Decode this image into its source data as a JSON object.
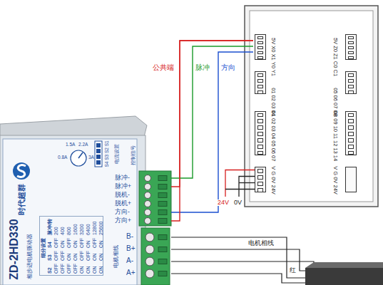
{
  "diagram": {
    "nodes": [
      {
        "text": [
          "时代超群",
          "ZD-2HD330",
          "相步进电机驱动器"
        ]
      },
      {
        "text": [
          "5V X0 X1 Y0 Y1"
        ]
      },
      {
        "text": [
          "5V Z0 Z1 C0 C1"
        ]
      },
      {
        "text": [
          "01 02 03 04"
        ]
      },
      {
        "text": [
          "05 06 07 08"
        ]
      },
      {
        "text": [
          "01 02 03 04 05 06 07"
        ]
      },
      {
        "text": [
          "08 09 10 11 12 13 14"
        ]
      },
      {
        "text": [
          "V G 0V 24V"
        ]
      },
      {
        "text": [
          "V G 0V 24V"
        ]
      }
    ],
    "edges": [
      {
        "from": 0,
        "to": 1,
        "arrow": "none",
        "label": "公共端"
      },
      {
        "from": 0,
        "to": 1,
        "arrow": "none",
        "label": "脉冲"
      },
      {
        "from": 0,
        "to": 1,
        "arrow": "none",
        "label": "方向"
      },
      {
        "from": 0,
        "to": 1,
        "arrow": "none"
      }
    ],
    "labels": [
      "1.5A",
      "2.2A",
      "0.8A",
      "3A",
      "S4 S3 S2 S1",
      "电流设置",
      "控制信号",
      "脉冲-",
      "脉冲+",
      "脱机-",
      "脱机+",
      "方向-",
      "方向+",
      "电机相线",
      "B-",
      "B+",
      "A-",
      "A+",
      "24V",
      "0V",
      "电机相线",
      "红",
      "细分设置",
      "S2",
      "S3",
      "S4",
      "脉冲/转",
      "OFF",
      "OFF",
      "OFF",
      "200",
      "OFF",
      "OFF",
      "ON",
      "400",
      "OFF",
      "ON",
      "OFF",
      "800",
      "OFF",
      "ON",
      "ON",
      "1600",
      "ON",
      "OFF",
      "OFF",
      "3200",
      "ON",
      "OFF",
      "ON",
      "6400",
      "ON",
      "ON",
      "OFF",
      "12800",
      "ON",
      "ON",
      "ON",
      "25600"
    ]
  }
}
